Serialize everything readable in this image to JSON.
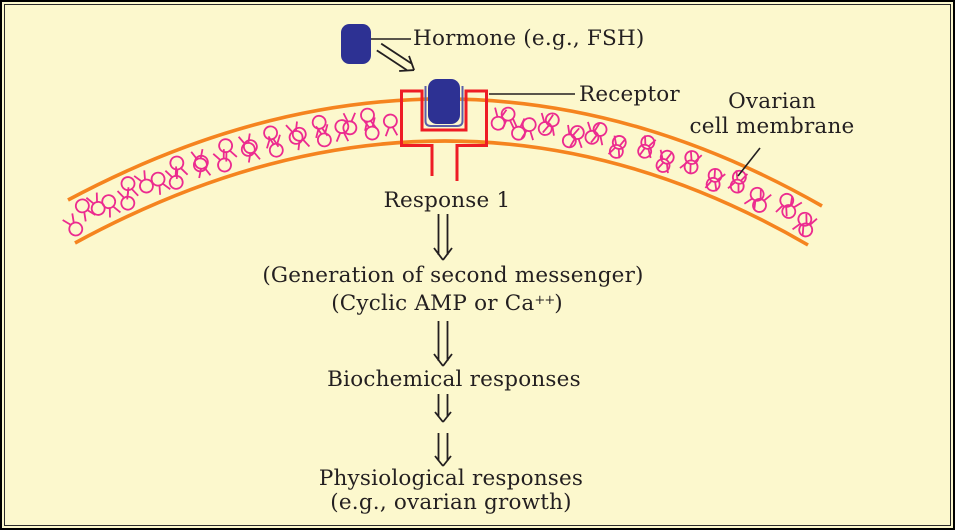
{
  "figure": {
    "title": "Hormone receptor signalling on ovarian cell membrane",
    "background": "#FCF8CD",
    "colors": {
      "membrane_orange": "#F5841F",
      "phospholipid_pink": "#EC2B8F",
      "hormone_navy": "#2D3193",
      "receptor_red": "#EE1C25",
      "text": "#231F20"
    },
    "labels": {
      "hormone": "Hormone (e.g., FSH)",
      "receptor": "Receptor",
      "membrane_line1": "Ovarian",
      "membrane_line2": "cell membrane",
      "response1": "Response 1",
      "second_messenger": "(Generation of second messenger)",
      "cyclic_prefix": "(Cyclic AMP or Ca",
      "cyclic_sup": "++",
      "cyclic_suffix": ")",
      "biochemical": "Biochemical responses",
      "physiological": "Physiological responses",
      "physiological_sub": "(e.g., ovarian growth)"
    }
  }
}
